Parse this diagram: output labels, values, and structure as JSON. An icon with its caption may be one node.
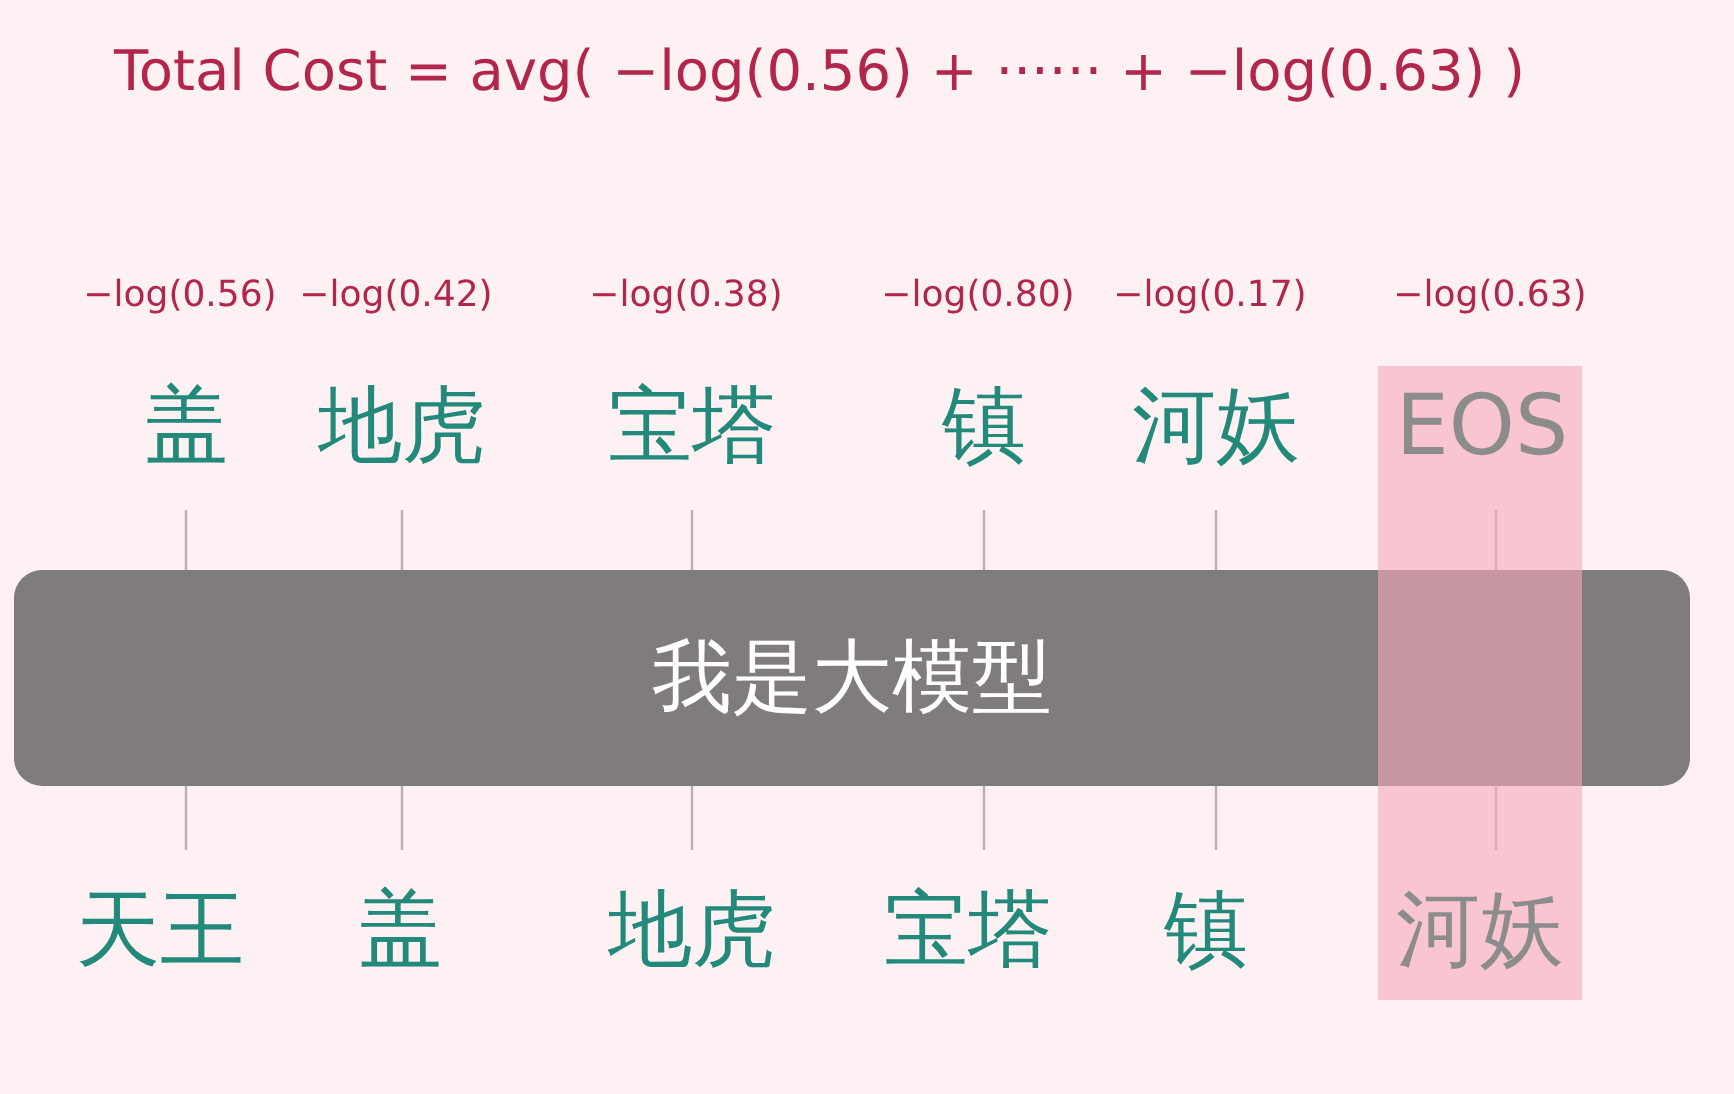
{
  "diagram": {
    "title": "Total Cost = avg( −log(0.56) + ······ + −log(0.63) )",
    "nodes": [
      {
        "text": [
          "盖"
        ],
        "beside": [
          "−log(0.56)"
        ]
      },
      {
        "text": [
          "地虎"
        ],
        "beside": [
          "−log(0.42)"
        ]
      },
      {
        "text": [
          "宝塔"
        ],
        "beside": [
          "−log(0.38)"
        ]
      },
      {
        "text": [
          "镇"
        ],
        "beside": [
          "−log(0.80)"
        ]
      },
      {
        "text": [
          "河妖"
        ],
        "beside": [
          "−log(0.17)"
        ]
      },
      {
        "text": [
          "EOS"
        ],
        "beside": [
          "−log(0.63)"
        ]
      },
      {
        "text": [
          "我是大模型"
        ]
      },
      {
        "text": [
          "天王"
        ]
      },
      {
        "text": [
          "盖"
        ]
      },
      {
        "text": [
          "地虎"
        ]
      },
      {
        "text": [
          "宝塔"
        ]
      },
      {
        "text": [
          "镇"
        ]
      },
      {
        "text": [
          "河妖"
        ]
      }
    ],
    "edges": [
      {
        "from": 7,
        "to": 6,
        "arrow": "none"
      },
      {
        "from": 8,
        "to": 6,
        "arrow": "none"
      },
      {
        "from": 9,
        "to": 6,
        "arrow": "none"
      },
      {
        "from": 10,
        "to": 6,
        "arrow": "none"
      },
      {
        "from": 11,
        "to": 6,
        "arrow": "none"
      },
      {
        "from": 12,
        "to": 6,
        "arrow": "none"
      },
      {
        "from": 6,
        "to": 0,
        "arrow": "none"
      },
      {
        "from": 6,
        "to": 1,
        "arrow": "none"
      },
      {
        "from": 6,
        "to": 2,
        "arrow": "none"
      },
      {
        "from": 6,
        "to": 3,
        "arrow": "none"
      },
      {
        "from": 6,
        "to": 4,
        "arrow": "none"
      },
      {
        "from": 6,
        "to": 5,
        "arrow": "none"
      }
    ]
  }
}
